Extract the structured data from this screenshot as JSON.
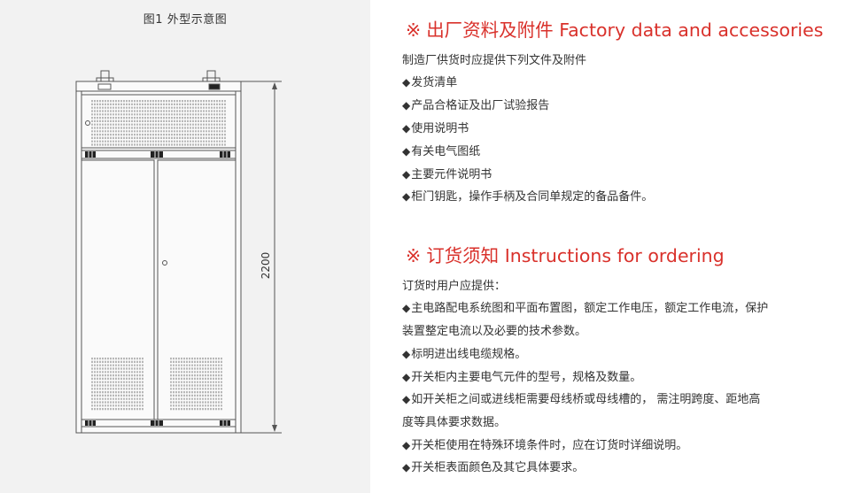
{
  "figure": {
    "caption": "图1 外型示意图",
    "dimension_label": "2200"
  },
  "sections": [
    {
      "title_mark": "※",
      "title": "出厂资料及附件 Factory data and accessories",
      "intro": "制造厂供货时应提供下列文件及附件",
      "items": [
        "发货清单",
        "产品合格证及出厂试验报告",
        "使用说明书",
        "有关电气图纸",
        "主要元件说明书",
        "柜门钥匙，操作手柄及合同单规定的备品备件。"
      ]
    },
    {
      "title_mark": "※",
      "title": "订货须知 Instructions for ordering",
      "intro": "订货时用户应提供：",
      "items": [
        "主电路配电系统图和平面布置图，额定工作电压，额定工作电流，保护",
        "装置整定电流以及必要的技术参数。",
        "标明进出线电缆规格。",
        "开关柜内主要电气元件的型号，规格及数量。",
        "如开关柜之间或进线柜需要母线桥或母线槽的， 需注明跨度、距地高",
        "度等具体要求数据。",
        "开关柜使用在特殊环境条件时，应在订货时详细说明。",
        "开关柜表面颜色及其它具体要求。"
      ]
    }
  ],
  "bullet_glyph": "◆",
  "colors": {
    "title_red": "#d9312b",
    "text": "#333333",
    "panel_bg": "#f2f2f2"
  }
}
